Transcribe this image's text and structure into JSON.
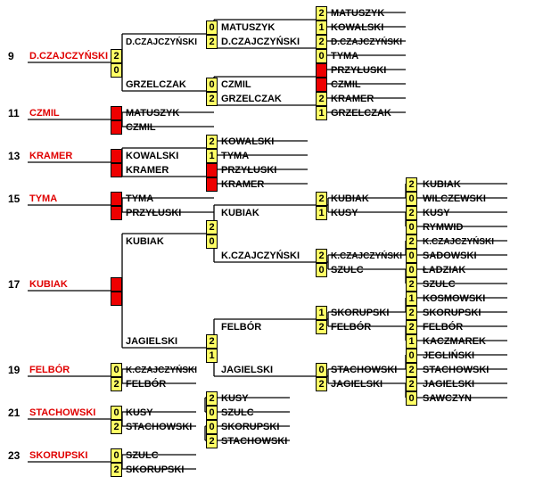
{
  "colors": {
    "score_box": "#ffff66",
    "empty_box": "#ee0000",
    "winner_text": "#e00000"
  },
  "entries": [
    {
      "seed": "9",
      "name": "D.CZAJCZYŃSKI"
    },
    {
      "seed": "11",
      "name": "CZMIL"
    },
    {
      "seed": "13",
      "name": "KRAMER"
    },
    {
      "seed": "15",
      "name": "TYMA"
    },
    {
      "seed": "17",
      "name": "KUBIAK"
    },
    {
      "seed": "19",
      "name": "FELBÓR"
    },
    {
      "seed": "21",
      "name": "STACHOWSKI"
    },
    {
      "seed": "23",
      "name": "SKORUPSKI"
    }
  ],
  "block9": {
    "r1": [
      {
        "name": "D.CZAJCZYŃSKI",
        "score": "2"
      },
      {
        "name": "GRZELCZAK",
        "score": "0"
      }
    ],
    "r2": [
      {
        "name": "MATUSZYK",
        "score": "0"
      },
      {
        "name": "D.CZAJCZYŃSKI",
        "score": "2"
      },
      {
        "name": "CZMIL",
        "score": "0"
      },
      {
        "name": "GRZELCZAK",
        "score": "2"
      }
    ],
    "r3": [
      {
        "name": "MATUSZYK",
        "score": "2"
      },
      {
        "name": "KOWALSKI",
        "score": "1"
      },
      {
        "name": "D.CZAJCZYŃSKI",
        "score": "2"
      },
      {
        "name": "TYMA",
        "score": "0"
      },
      {
        "name": "PRZYŁUSKI",
        "score": ""
      },
      {
        "name": "CZMIL",
        "score": ""
      },
      {
        "name": "KRAMER",
        "score": "2"
      },
      {
        "name": "GRZELCZAK",
        "score": "1"
      }
    ]
  },
  "block11": {
    "r1": [
      {
        "name": "MATUSZYK",
        "score": ""
      },
      {
        "name": "CZMIL",
        "score": ""
      }
    ]
  },
  "block13": {
    "r1": [
      {
        "name": "KOWALSKI",
        "score": ""
      },
      {
        "name": "KRAMER",
        "score": ""
      }
    ],
    "r2": [
      {
        "name": "KOWALSKI",
        "score": "2"
      },
      {
        "name": "TYMA",
        "score": "1"
      },
      {
        "name": "PRZYŁUSKI",
        "score": ""
      },
      {
        "name": "KRAMER",
        "score": ""
      }
    ]
  },
  "block15": {
    "r1": [
      {
        "name": "TYMA",
        "score": ""
      },
      {
        "name": "PRZYŁUSKI",
        "score": ""
      }
    ]
  },
  "block17": {
    "r1": [
      {
        "name": "KUBIAK",
        "score": ""
      },
      {
        "name": "JAGIELSKI",
        "score": ""
      }
    ],
    "r2": [
      {
        "name": "KUBIAK",
        "score": "2"
      },
      {
        "name": "K.CZAJCZYŃSKI",
        "score": "0"
      },
      {
        "name": "FELBÓR",
        "score": "2"
      },
      {
        "name": "JAGIELSKI",
        "score": "1"
      }
    ],
    "r3": [
      {
        "name": "KUBIAK",
        "score": "2"
      },
      {
        "name": "KUSY",
        "score": "1"
      },
      {
        "name": "K.CZAJCZYŃSKI",
        "score": "2"
      },
      {
        "name": "SZULC",
        "score": "0"
      },
      {
        "name": "SKORUPSKI",
        "score": "1"
      },
      {
        "name": "FELBÓR",
        "score": "2"
      },
      {
        "name": "STACHOWSKI",
        "score": "0"
      },
      {
        "name": "JAGIELSKI",
        "score": "2"
      }
    ],
    "r4": [
      {
        "name": "KUBIAK",
        "score": "2"
      },
      {
        "name": "WILCZEWSKI",
        "score": "0"
      },
      {
        "name": "KUSY",
        "score": "2"
      },
      {
        "name": "RYMWID",
        "score": "0"
      },
      {
        "name": "K.CZAJCZYŃSKI",
        "score": "2"
      },
      {
        "name": "SADOWSKI",
        "score": "0"
      },
      {
        "name": "ŁADZIAK",
        "score": "0"
      },
      {
        "name": "SZULC",
        "score": "2"
      },
      {
        "name": "KOSMOWSKI",
        "score": "1"
      },
      {
        "name": "SKORUPSKI",
        "score": "2"
      },
      {
        "name": "FELBÓR",
        "score": "2"
      },
      {
        "name": "KACZMAREK",
        "score": "1"
      },
      {
        "name": "JEGLIŃSKI",
        "score": "0"
      },
      {
        "name": "STACHOWSKI",
        "score": "2"
      },
      {
        "name": "JAGIELSKI",
        "score": "2"
      },
      {
        "name": "SAWCZYN",
        "score": "0"
      }
    ]
  },
  "block19": {
    "r1": [
      {
        "name": "K.CZAJCZYŃSKI",
        "score": "0"
      },
      {
        "name": "FELBÓR",
        "score": "2"
      }
    ]
  },
  "block21": {
    "r1": [
      {
        "name": "KUSY",
        "score": "0"
      },
      {
        "name": "STACHOWSKI",
        "score": "2"
      }
    ],
    "r2": [
      {
        "name": "KUSY",
        "score": "2"
      },
      {
        "name": "SZULC",
        "score": "0"
      },
      {
        "name": "SKORUPSKI",
        "score": "0"
      },
      {
        "name": "STACHOWSKI",
        "score": "2"
      }
    ]
  },
  "block23": {
    "r1": [
      {
        "name": "SZULC",
        "score": "0"
      },
      {
        "name": "SKORUPSKI",
        "score": "2"
      }
    ]
  }
}
